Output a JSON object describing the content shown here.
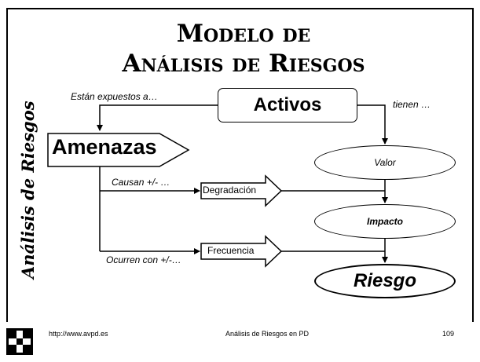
{
  "title": {
    "line1": "Modelo de",
    "line2": "Análisis de Riesgos"
  },
  "side_title": "Análisis de Riesgos",
  "nodes": {
    "activos": "Activos",
    "amenazas": "Amenazas",
    "valor": "Valor",
    "impacto": "Impacto",
    "riesgo": "Riesgo",
    "degradacion": "Degradación",
    "frecuencia": "Frecuencia"
  },
  "edges": {
    "expuestos": "Están expuestos a…",
    "tienen": "tienen …",
    "causan": "Causan +/- …",
    "ocurren": "Ocurren con +/-…"
  },
  "footer": {
    "url": "http://www.avpd.es",
    "center": "Análisis de Riesgos en PD",
    "page": "109"
  },
  "logo_icon": "cross-logo-icon"
}
